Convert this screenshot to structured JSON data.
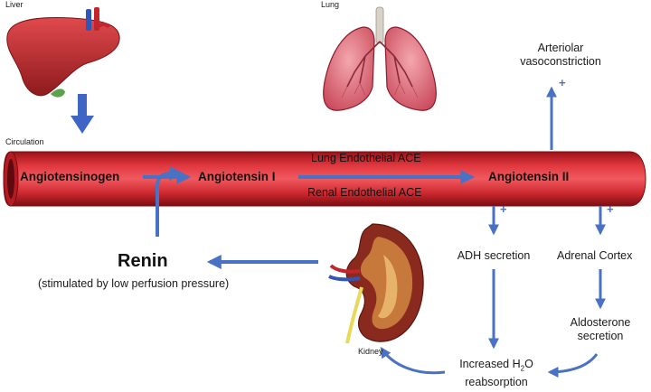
{
  "organs": {
    "liver": "Liver",
    "lung": "Lung",
    "kidney": "Kidney",
    "circulation": "Circulation"
  },
  "vessel": {
    "angiotensinogen": "Angiotensinogen",
    "angiotensin1": "Angiotensin I",
    "angiotensin2": "Angiotensin II",
    "lung_ace": "Lung Endothelial ACE",
    "renal_ace": "Renal Endothelial ACE"
  },
  "renin": {
    "title": "Renin",
    "subtitle": "(stimulated by low perfusion pressure)"
  },
  "effects": {
    "vasoconstriction_l1": "Arteriolar",
    "vasoconstriction_l2": "vasoconstriction",
    "adh": "ADH secretion",
    "adrenal": "Adrenal Cortex",
    "aldosterone_l1": "Aldosterone",
    "aldosterone_l2": "secretion",
    "water_l1_pre": "Increased H",
    "water_l1_sub": "2",
    "water_l1_post": "O",
    "water_l2": "reabsorption",
    "plus": "+"
  },
  "colors": {
    "vessel": "#d3262f",
    "vessel_dark": "#8e1217",
    "arrow": "#4a72c4",
    "liver": "#b5262a",
    "lung": "#d86a73",
    "kidney": "#8a2a1e"
  }
}
